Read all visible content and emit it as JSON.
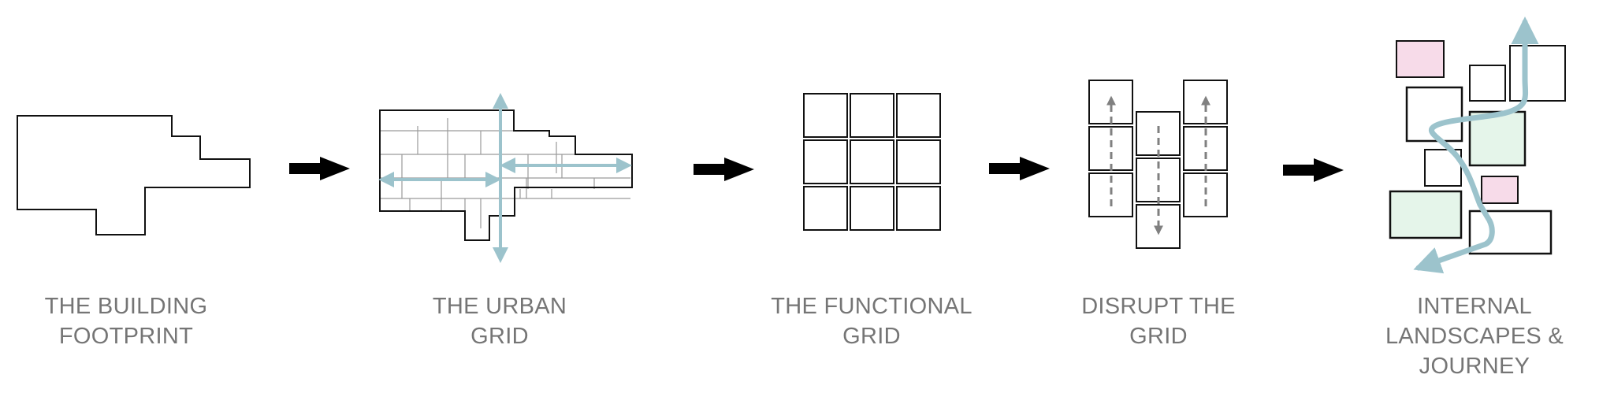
{
  "colors": {
    "outline": "#111111",
    "grid_line": "#9a9a9a",
    "accent_blue": "#9cc3cc",
    "arrow": "#000000",
    "dashed_arrow": "#808080",
    "pink_fill": "#f7dbe9",
    "green_fill": "#e5f5ea",
    "caption_text": "#757575"
  },
  "icons": [
    "black-right-arrow-icon",
    "dashed-arrow-icon"
  ],
  "steps": [
    {
      "id": "footprint",
      "caption": [
        "THE BUILDING",
        "FOOTPRINT"
      ]
    },
    {
      "id": "urban-grid",
      "caption": [
        "THE URBAN",
        "GRID"
      ]
    },
    {
      "id": "functional-grid",
      "caption": [
        "THE FUNCTIONAL",
        "GRID"
      ]
    },
    {
      "id": "disrupt-grid",
      "caption": [
        "DISRUPT THE",
        "GRID"
      ]
    },
    {
      "id": "internal-landscapes",
      "caption": [
        "INTERNAL",
        "LANDSCAPES &",
        "JOURNEY"
      ]
    }
  ]
}
